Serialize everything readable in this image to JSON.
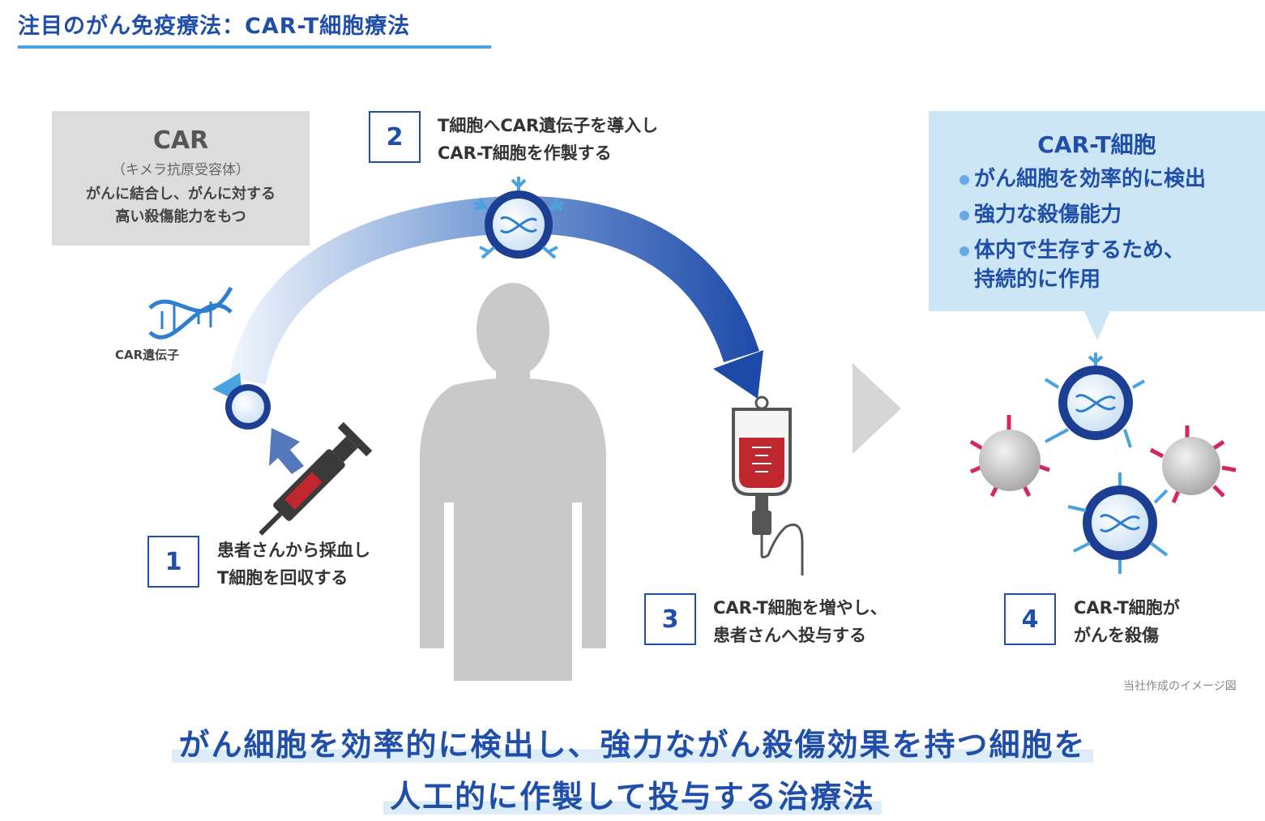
{
  "title": "注目のがん免疫療法：CAR-T細胞療法",
  "car_box": {
    "heading": "CAR",
    "subheading": "（キメラ抗原受容体）",
    "desc_line1": "がんに結合し、がんに対する",
    "desc_line2": "高い殺傷能力をもつ"
  },
  "gene_label": "CAR遺伝子",
  "steps": [
    {
      "num": "1",
      "line1": "患者さんから採血し",
      "line2": "T細胞を回収する"
    },
    {
      "num": "2",
      "line1": "T細胞へCAR遺伝子を導入し",
      "line2": "CAR-T細胞を作製する"
    },
    {
      "num": "3",
      "line1": "CAR-T細胞を増やし、",
      "line2": "患者さんへ投与する"
    },
    {
      "num": "4",
      "line1": "CAR-T細胞が",
      "line2": "がんを殺傷"
    }
  ],
  "cart_box": {
    "heading": "CAR-T細胞",
    "items": [
      "がん細胞を効率的に検出",
      "強力な殺傷能力",
      "体内で生存するため、"
    ],
    "item3_line2": "持続的に作用"
  },
  "note": "当社作成のイメージ図",
  "headline": {
    "line1": "がん細胞を効率的に検出し、強力ながん殺傷効果を持つ細胞を",
    "line2": "人工的に作製して投与する治療法"
  },
  "colors": {
    "brand_blue": "#1f4fa8",
    "light_blue": "#4aa3df",
    "panel_gray": "#dcdcdc",
    "panel_blue": "#cce6f6",
    "blood_red": "#c0262d",
    "cancer_pink": "#d4285c"
  }
}
